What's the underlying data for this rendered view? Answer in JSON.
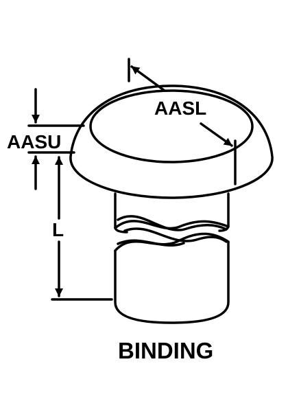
{
  "drawing": {
    "caption": "BINDING",
    "dimensions": {
      "top_diameter": "AASL",
      "head_height": "AASU",
      "length": "L"
    }
  }
}
